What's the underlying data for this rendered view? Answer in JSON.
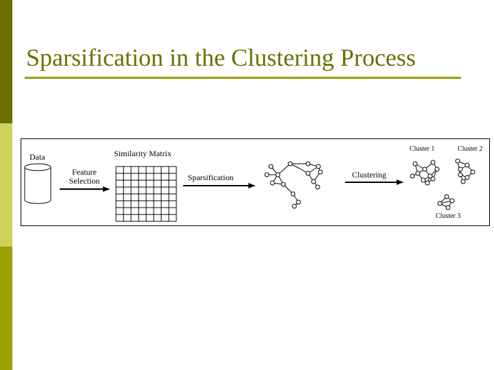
{
  "slide": {
    "title": "Sparsification in the Clustering Process",
    "colors": {
      "title_text": "#6b6f00",
      "title_rule": "#9aa000",
      "sidebar_dark": "#6b6f00",
      "sidebar_light": "#cdd35a",
      "sidebar_mid": "#9aa000"
    }
  },
  "figure": {
    "labels": {
      "data": "Data",
      "feature_selection_line1": "Feature",
      "feature_selection_line2": "Selection",
      "similarity_matrix": "Similarity Matrix",
      "sparsification": "Sparsification",
      "clustering": "Clustering",
      "cluster1": "Cluster 1",
      "cluster2": "Cluster 2",
      "cluster3": "Cluster 3"
    },
    "icons": [
      "database-cylinder-icon",
      "grid-matrix-icon",
      "graph-network-icon",
      "arrow-right-icon"
    ]
  }
}
